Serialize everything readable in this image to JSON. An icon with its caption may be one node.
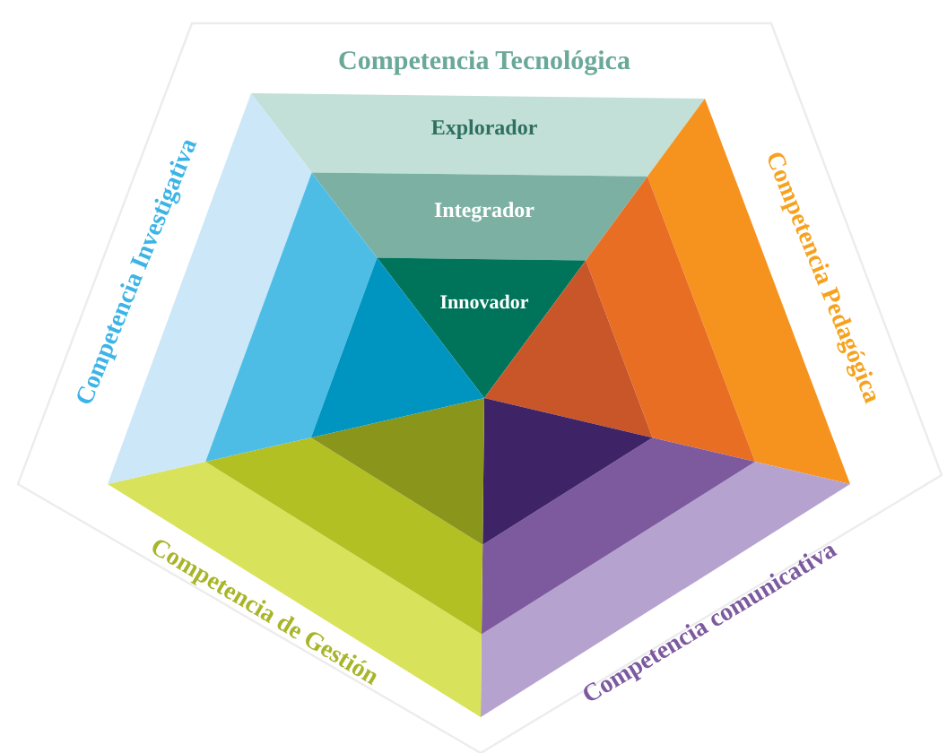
{
  "diagram": {
    "nodes": [
      {
        "text": [
          "Competencia Tecnológica"
        ]
      },
      {
        "text": [
          "Explorador"
        ],
        "in": 0
      },
      {
        "text": [
          "Integrador"
        ],
        "in": 0
      },
      {
        "text": [
          "Innovador"
        ],
        "in": 0
      },
      {
        "text": [
          "Competencia Pedagógica"
        ]
      },
      {
        "text": [],
        "shape": "band",
        "in": 4
      },
      {
        "text": [],
        "shape": "band",
        "in": 4
      },
      {
        "text": [],
        "shape": "triangle",
        "in": 4
      },
      {
        "text": [
          "Competencia comunicativa"
        ]
      },
      {
        "text": [],
        "shape": "band",
        "in": 8
      },
      {
        "text": [],
        "shape": "band",
        "in": 8
      },
      {
        "text": [],
        "shape": "triangle",
        "in": 8
      },
      {
        "text": [
          "Competencia de Gestión"
        ]
      },
      {
        "text": [],
        "shape": "band",
        "in": 12
      },
      {
        "text": [],
        "shape": "band",
        "in": 12
      },
      {
        "text": [],
        "shape": "triangle",
        "in": 12
      },
      {
        "text": [
          "Competencia Investigativa"
        ]
      },
      {
        "text": [],
        "shape": "band",
        "in": 16
      },
      {
        "text": [],
        "shape": "band",
        "in": 16
      },
      {
        "text": [],
        "shape": "triangle",
        "in": 16
      }
    ]
  }
}
